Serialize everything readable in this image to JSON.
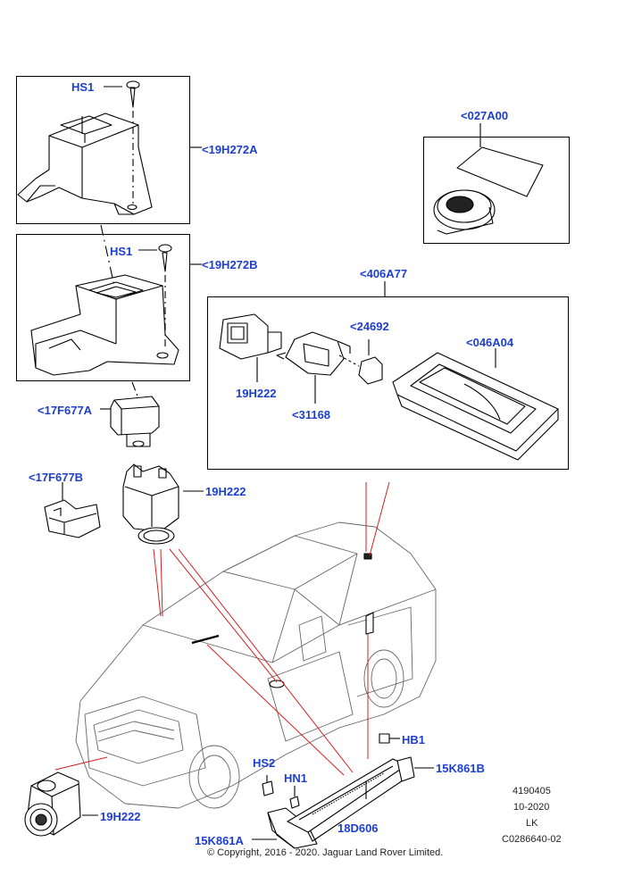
{
  "labels": {
    "hs1_top": "HS1",
    "bracket_a": "<19H272A",
    "hs1_mid": "HS1",
    "bracket_b": "<19H272B",
    "tape": "<027A00",
    "kit": "<406A77",
    "part_24692": "<24692",
    "part_046A04": "<046A04",
    "part_19H222_kit": "19H222",
    "part_31168": "<31168",
    "part_17F677A": "<17F677A",
    "part_17F677B": "<17F677B",
    "part_19H222_right": "19H222",
    "part_19H222_front": "19H222",
    "hb1": "HB1",
    "part_15K861B": "15K861B",
    "hs2": "HS2",
    "hn1": "HN1",
    "part_18D606": "18D606",
    "part_15K861A": "15K861A"
  },
  "meta": {
    "ref_number": "4190405",
    "date": "10-2020",
    "code": "LK",
    "image_code": "C0286640-02",
    "copyright": "© Copyright, 2016 - 2020. Jaguar Land Rover Limited."
  },
  "colors": {
    "label": "#1d3fd0",
    "leader": "#d42020",
    "line": "#000000"
  }
}
